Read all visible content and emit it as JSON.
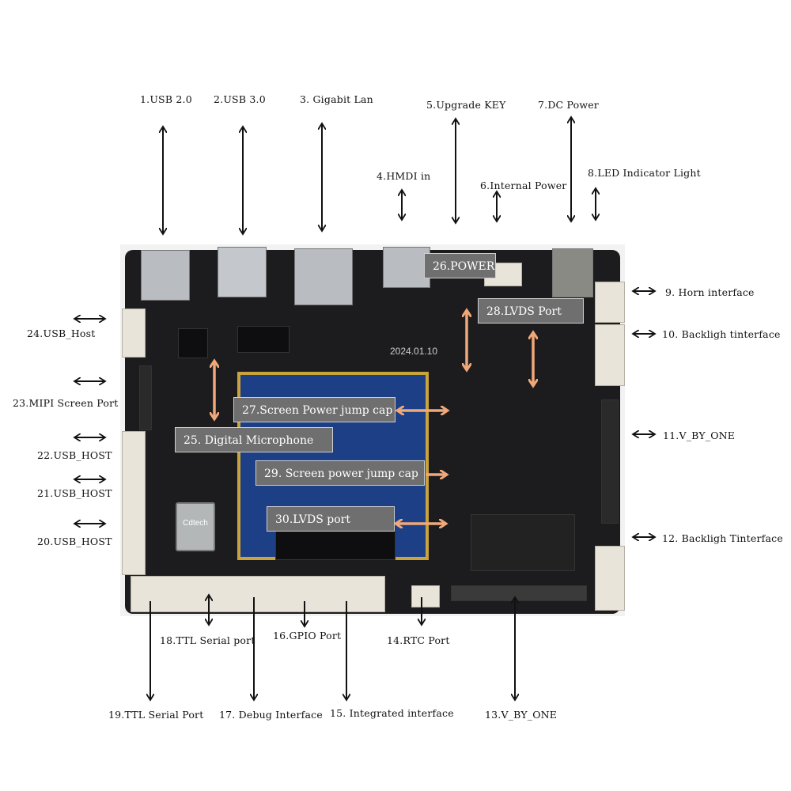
{
  "diagram": {
    "subject": "Embedded mainboard interface diagram",
    "board_date_marking": "2024.01.10",
    "wifi_module_label": "Cdtech",
    "arrow_colors": {
      "external": "#111111",
      "internal": "#f0a878"
    },
    "callout_bg": "#6f6f6f",
    "top_labels": [
      {
        "id": 1,
        "text": "1.USB 2.0"
      },
      {
        "id": 2,
        "text": "2.USB 3.0"
      },
      {
        "id": 3,
        "text": "3. Gigabit Lan"
      },
      {
        "id": 4,
        "text": "4.HMDI in"
      },
      {
        "id": 5,
        "text": "5.Upgrade KEY"
      },
      {
        "id": 6,
        "text": "6.Internal Power"
      },
      {
        "id": 7,
        "text": "7.DC Power"
      },
      {
        "id": 8,
        "text": "8.LED Indicator Light"
      }
    ],
    "right_labels": [
      {
        "id": 9,
        "text": "9.  Horn interface"
      },
      {
        "id": 10,
        "text": "10. Backligh tinterface"
      },
      {
        "id": 11,
        "text": "11.V_BY_ONE"
      },
      {
        "id": 12,
        "text": "12. Backligh Tinterface"
      }
    ],
    "bottom_labels": [
      {
        "id": 13,
        "text": "13.V_BY_ONE"
      },
      {
        "id": 14,
        "text": "14.RTC Port"
      },
      {
        "id": 15,
        "text": "15.  Integrated interface"
      },
      {
        "id": 16,
        "text": "16.GPIO Port"
      },
      {
        "id": 17,
        "text": "17.  Debug Interface"
      },
      {
        "id": 18,
        "text": "18.TTL Serial port"
      },
      {
        "id": 19,
        "text": "19.TTL Serial Port"
      }
    ],
    "left_labels": [
      {
        "id": 20,
        "text": "20.USB_HOST"
      },
      {
        "id": 21,
        "text": "21.USB_HOST"
      },
      {
        "id": 22,
        "text": "22.USB_HOST"
      },
      {
        "id": 23,
        "text": "23.MIPI Screen Port"
      },
      {
        "id": 24,
        "text": "24.USB_Host"
      }
    ],
    "callouts": [
      {
        "id": 25,
        "text": "25.  Digital Microphone"
      },
      {
        "id": 26,
        "text": "26.POWER"
      },
      {
        "id": 27,
        "text": "27.Screen Power jump cap"
      },
      {
        "id": 28,
        "text": "28.LVDS Port"
      },
      {
        "id": 29,
        "text": "29.  Screen power jump cap"
      },
      {
        "id": 30,
        "text": "30.LVDS port"
      }
    ]
  }
}
